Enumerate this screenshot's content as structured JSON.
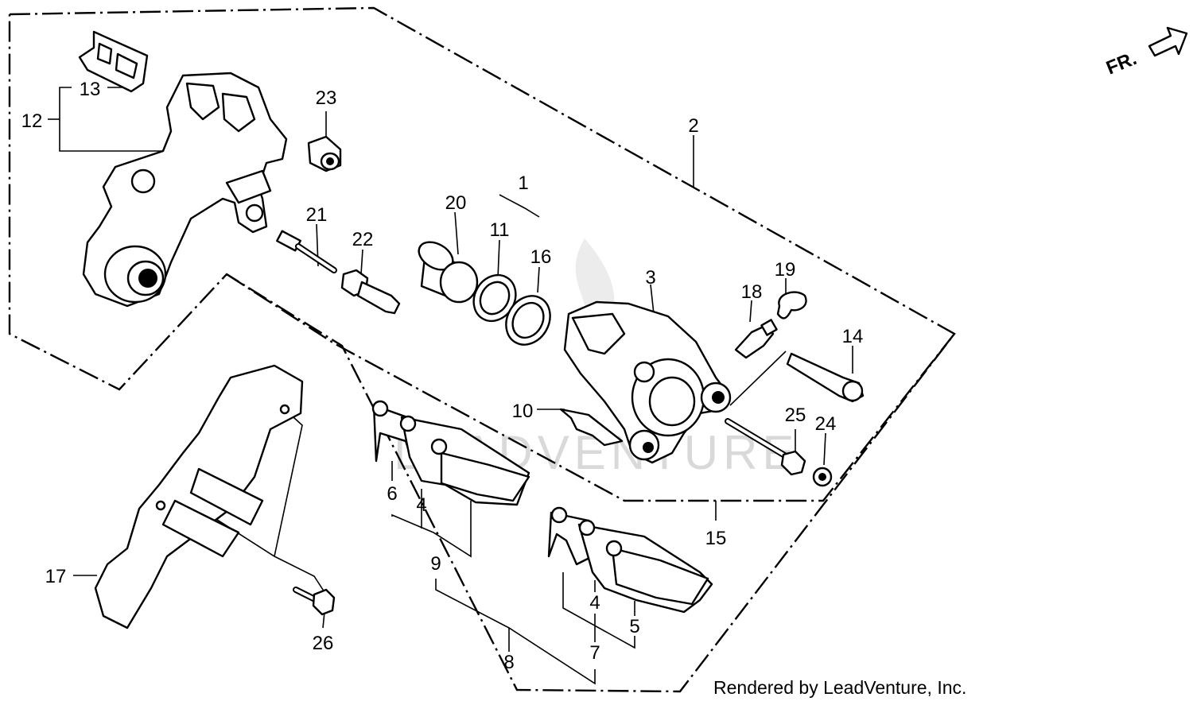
{
  "callouts": {
    "c1": "1",
    "c2": "2",
    "c3": "3",
    "c4a": "4",
    "c4b": "4",
    "c5": "5",
    "c6": "6",
    "c7": "7",
    "c8": "8",
    "c9": "9",
    "c10": "10",
    "c11": "11",
    "c12": "12",
    "c13": "13",
    "c14": "14",
    "c15": "15",
    "c16": "16",
    "c17": "17",
    "c18": "18",
    "c19": "19",
    "c20": "20",
    "c21": "21",
    "c22": "22",
    "c23": "23",
    "c24": "24",
    "c25": "25",
    "c26": "26"
  },
  "direction_label": "FR.",
  "credit": "Rendered by LeadVenture, Inc.",
  "watermark": "LEADVENTURE",
  "colors": {
    "line": "#000000",
    "background": "#ffffff",
    "watermark": "#d9d9d9"
  }
}
